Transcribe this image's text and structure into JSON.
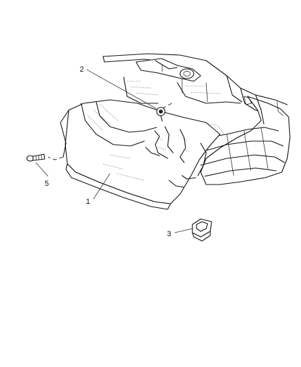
{
  "callouts": [
    {
      "id": "1",
      "label": "1"
    },
    {
      "id": "2",
      "label": "2"
    },
    {
      "id": "3",
      "label": "3"
    },
    {
      "id": "5",
      "label": "5"
    }
  ]
}
